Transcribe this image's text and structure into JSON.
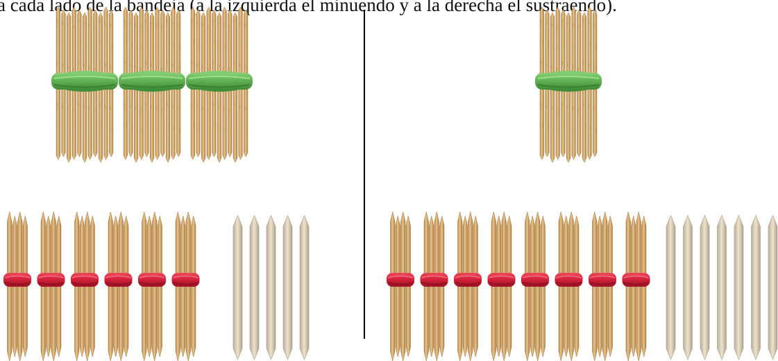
{
  "caption": "a cada lado de la bandeja (a la izquierda el minuendo y a la derecha el sustraendo).",
  "colors": {
    "background": "#ffffff",
    "stick_light": "#e6c285",
    "stick_mid": "#c89a55",
    "stick_dark": "#a87b3e",
    "stick_grain": "#d7aa66",
    "loose_stick": "#cdbb9a",
    "band_green": "#67b75a",
    "band_green_dark": "#3f8f38",
    "band_red": "#d8263a",
    "band_red_dark": "#a3142a",
    "divider": "#000000"
  },
  "minuend": {
    "hundreds_bundles": 3,
    "tens_bundles": 6,
    "loose_units": 5
  },
  "subtrahend": {
    "hundreds_bundles": 1,
    "tens_bundles": 8,
    "loose_units": 7
  }
}
